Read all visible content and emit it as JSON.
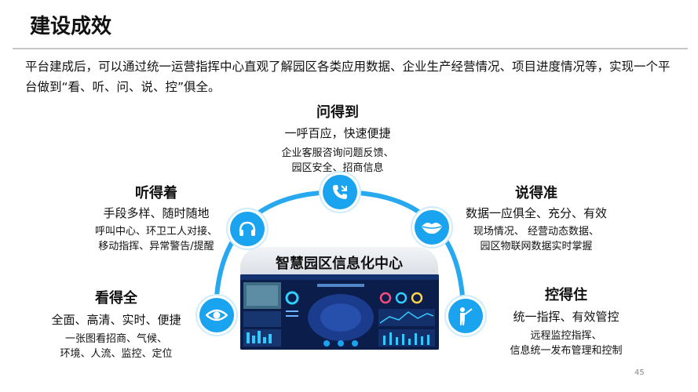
{
  "title": "建设成效",
  "intro": "平台建成后，可以通过统一运营指挥中心直观了解园区各类应用数据、企业生产经营情况、项目进度情况等，实现一个平台做到“看、听、问、说、控”俱全。",
  "center": {
    "label": "智慧园区信息化中心"
  },
  "items": {
    "wen": {
      "title": "问得到",
      "subtitle": "一呼百应，快速便捷",
      "desc": [
        "企业客服咨询问题反馈、",
        "园区安全、招商信息"
      ],
      "icon": "phone-icon"
    },
    "ting": {
      "title": "听得着",
      "subtitle": "手段多样、随时随地",
      "desc": [
        "呼叫中心、环卫工人对接、",
        "移动指挥、异常警告/提醒"
      ],
      "icon": "headphones-icon"
    },
    "shuo": {
      "title": "说得准",
      "subtitle": "数据一应俱全、充分、有效",
      "desc": [
        "现场情况、 经营动态数据、",
        "园区物联网数据实时掌握"
      ],
      "icon": "lips-icon"
    },
    "kan": {
      "title": "看得全",
      "subtitle": "全面、高清、实时、便捷",
      "desc": [
        "一张图看招商、气候、",
        "环境、人流、监控、定位"
      ],
      "icon": "eye-icon"
    },
    "kong": {
      "title": "控得住",
      "subtitle": "统一指挥、有效管控",
      "desc": [
        "远程监控指挥、",
        "信息统一发布管理和控制"
      ],
      "icon": "presenter-icon"
    }
  },
  "page_number": "45",
  "colors": {
    "accent": "#1aa3ee",
    "arc": "#27a8ef",
    "screen": "#0b1d4a"
  }
}
